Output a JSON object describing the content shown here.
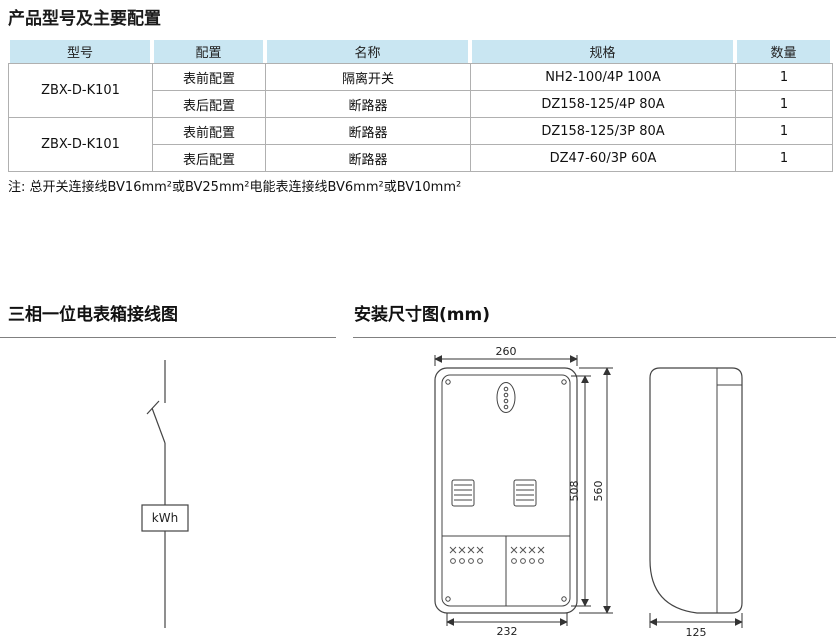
{
  "page": {
    "title": "产品型号及主要配置"
  },
  "table": {
    "headers": [
      "型号",
      "配置",
      "名称",
      "规格",
      "数量"
    ],
    "rows": [
      {
        "model": "ZBX-D-K101",
        "config": "表前配置",
        "name": "隔离开关",
        "spec": "NH2-100/4P  100A",
        "qty": "1"
      },
      {
        "config": "表后配置",
        "name": "断路器",
        "spec": "DZ158-125/4P  80A",
        "qty": "1"
      },
      {
        "model": "ZBX-D-K101",
        "config": "表前配置",
        "name": "断路器",
        "spec": "DZ158-125/3P  80A",
        "qty": "1"
      },
      {
        "config": "表后配置",
        "name": "断路器",
        "spec": "DZ47-60/3P  60A",
        "qty": "1"
      }
    ],
    "note": "注: 总开关连接线BV16mm²或BV25mm²电能表连接线BV6mm²或BV10mm²"
  },
  "sections": {
    "wiring_title": "三相一位电表箱接线图",
    "dimension_title": "安装尺寸图(mm)"
  },
  "wiring": {
    "meter_label": "kWh"
  },
  "dimensions": {
    "top_width": "260",
    "inner_height": "508",
    "total_height": "560",
    "bottom_width": "232",
    "depth": "125"
  },
  "colors": {
    "header_bg": "#c9e6f2",
    "line": "#444444"
  }
}
